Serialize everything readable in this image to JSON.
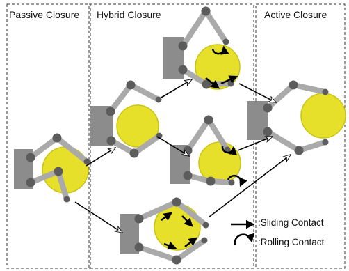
{
  "regions": {
    "passive": "Passive Closure",
    "hybrid": "Hybrid Closure",
    "active": "Active Closure"
  },
  "legend": {
    "sliding": ":Sliding Contact",
    "rolling": ":Rolling Contact"
  },
  "colors": {
    "object": "#e6e02a",
    "object_stroke": "#c9c414",
    "palm": "#8c8c8c",
    "joint": "#5c5c5c",
    "link": "#aaaaaa"
  }
}
